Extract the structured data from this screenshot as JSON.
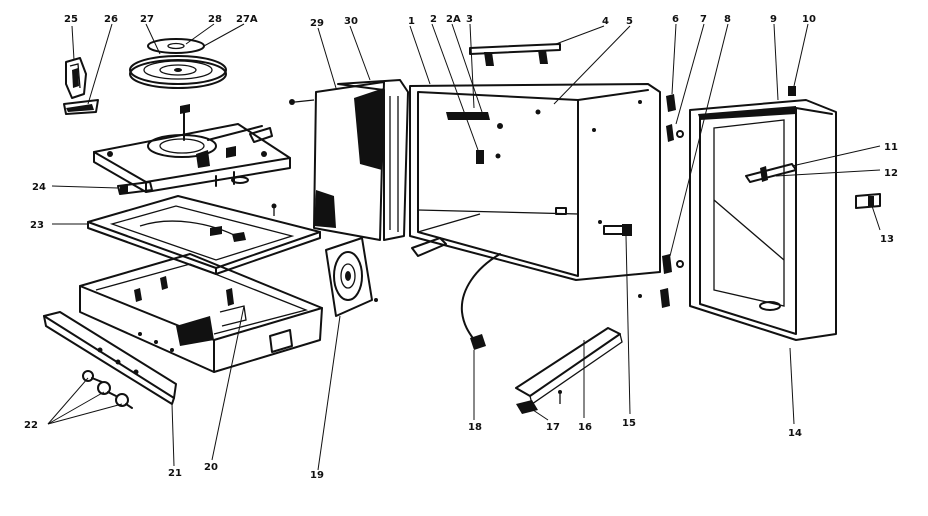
{
  "labels": {
    "l1": "1",
    "l2": "2",
    "l2a": "2A",
    "l3": "3",
    "l4": "4",
    "l5": "5",
    "l6": "6",
    "l7": "7",
    "l8": "8",
    "l9": "9",
    "l10": "10",
    "l11": "11",
    "l12": "12",
    "l13": "13",
    "l14": "14",
    "l15": "15",
    "l16": "16",
    "l17": "17",
    "l18": "18",
    "l19": "19",
    "l20": "20",
    "l21": "21",
    "l22": "22",
    "l23": "23",
    "l24": "24",
    "l25": "25",
    "l26": "26",
    "l27": "27",
    "l27a": "27A",
    "l28": "28",
    "l29": "29",
    "l30": "30"
  },
  "colors": {
    "ink": "#111111",
    "paper": "#ffffff"
  }
}
